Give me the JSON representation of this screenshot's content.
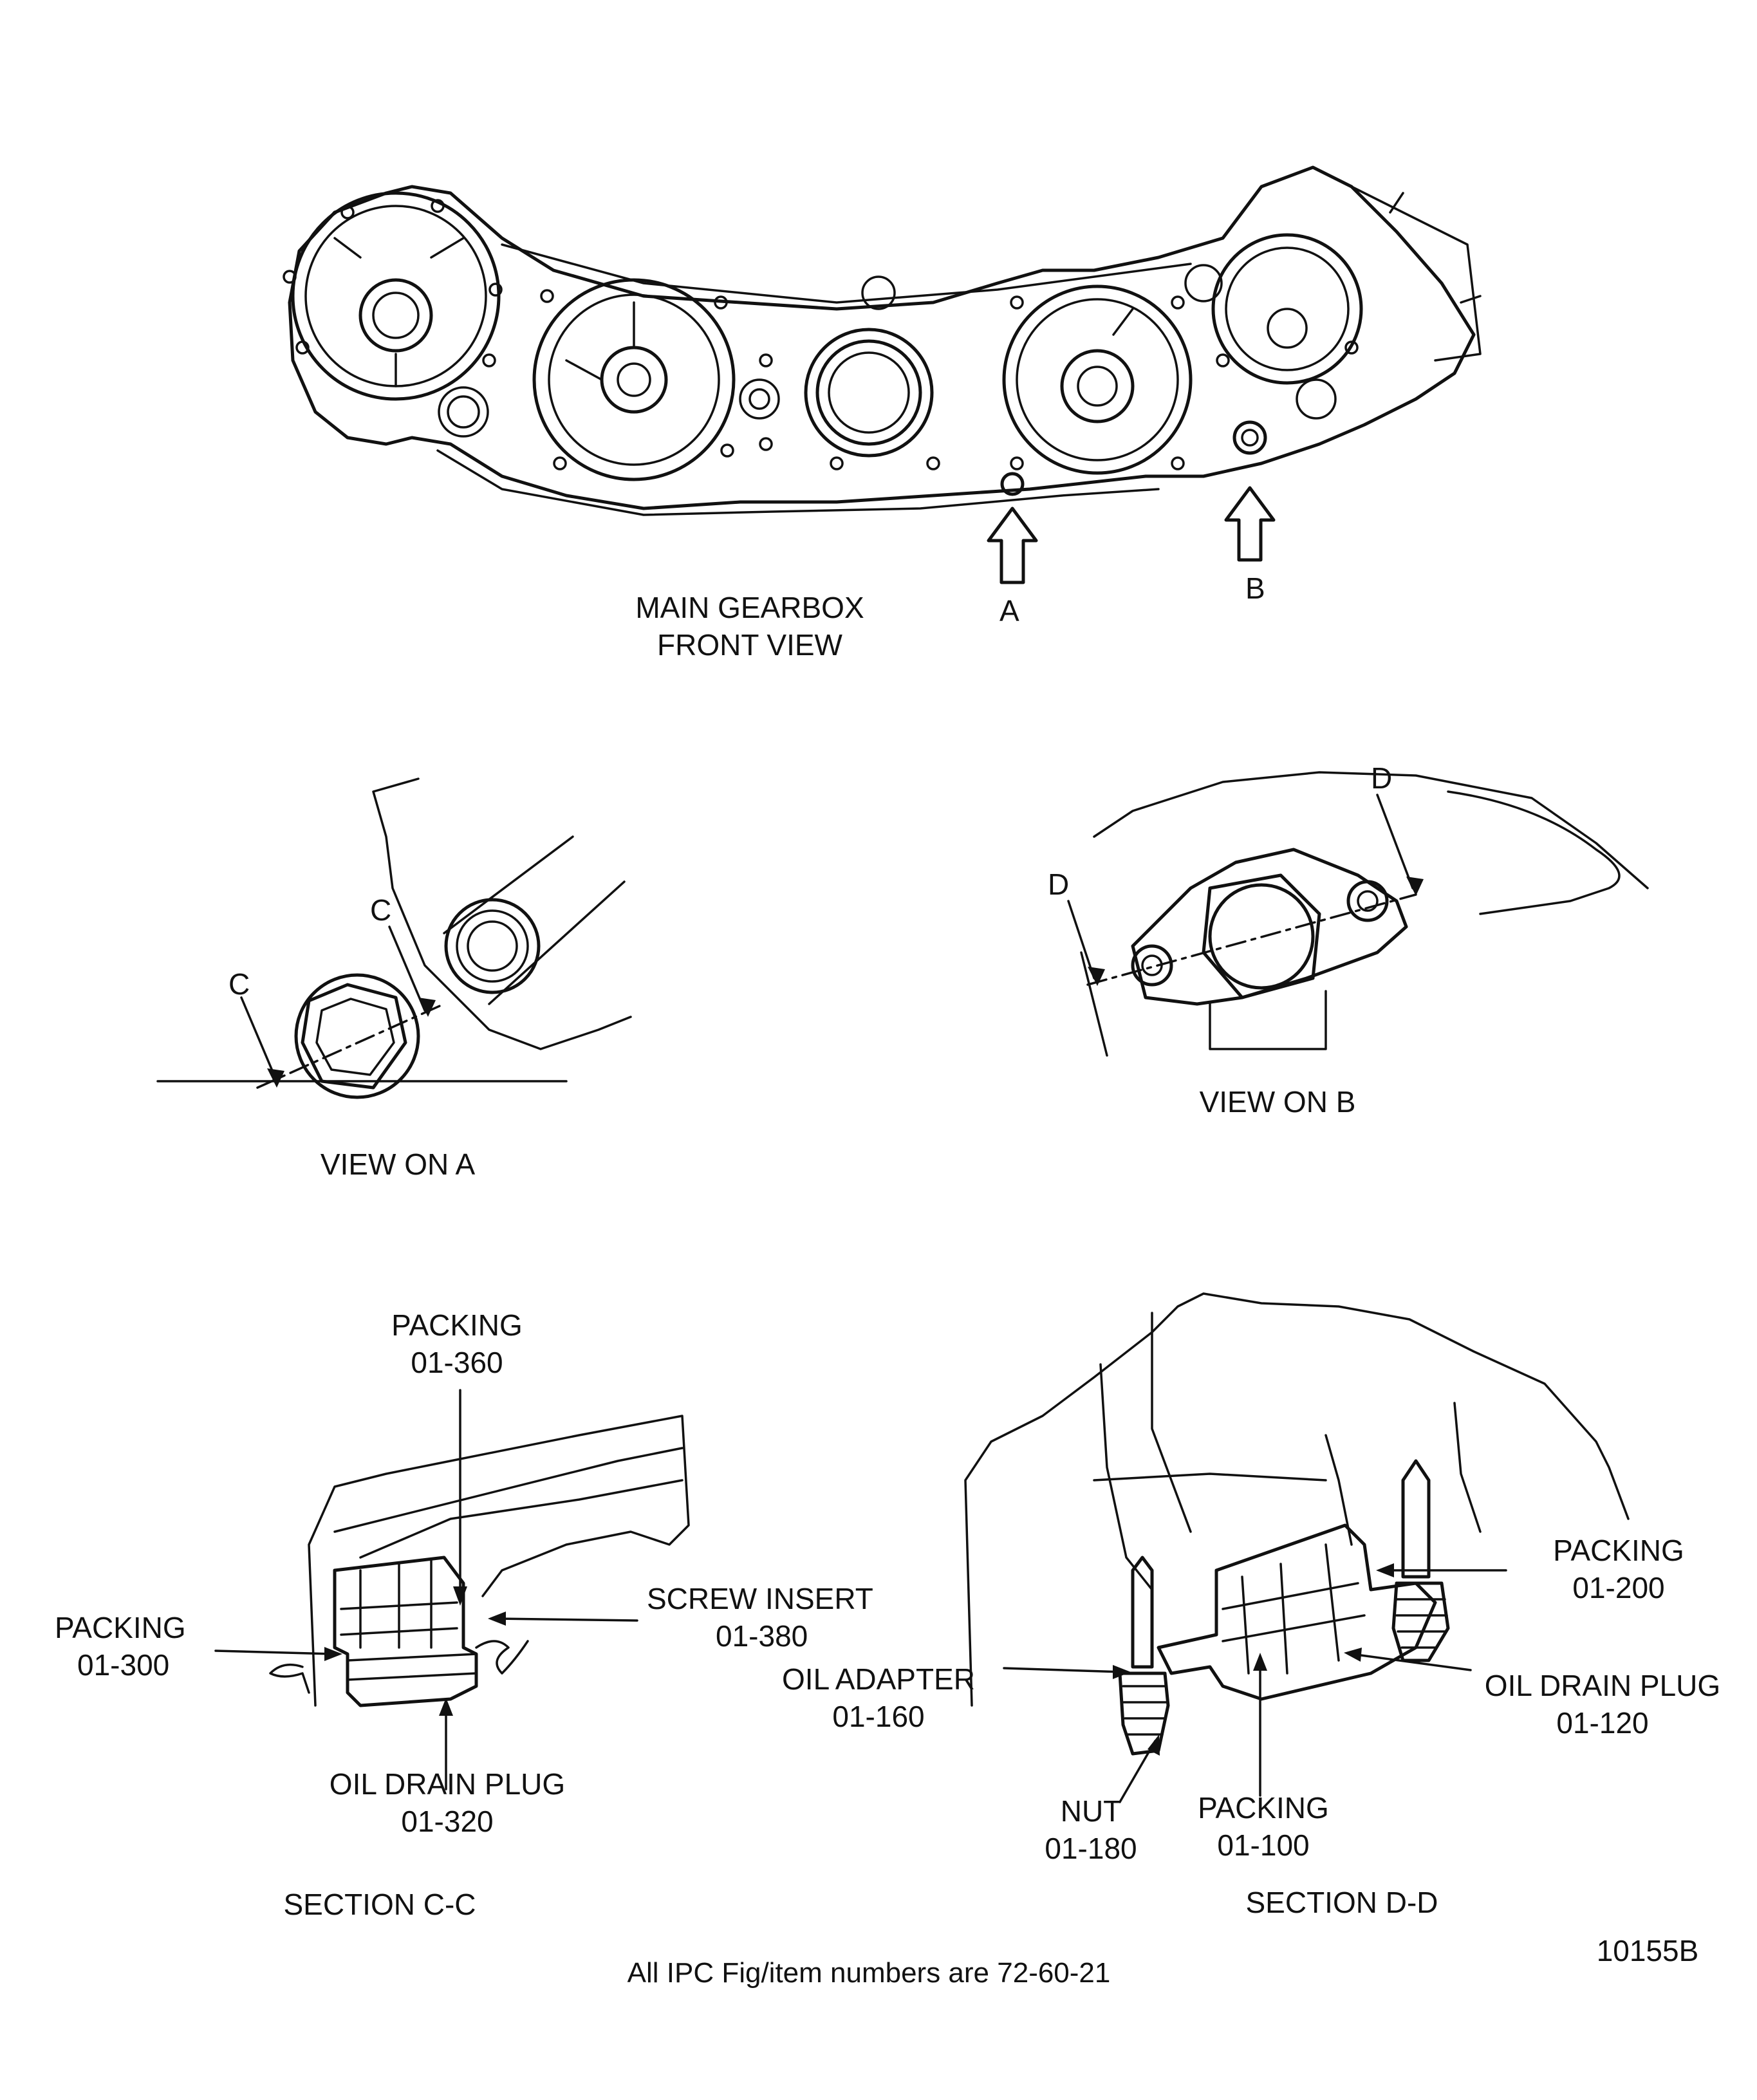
{
  "main_view": {
    "title_line1": "MAIN GEARBOX",
    "title_line2": "FRONT VIEW",
    "arrow_a": "A",
    "arrow_b": "B"
  },
  "view_a": {
    "title": "VIEW ON A",
    "cut_left": "C",
    "cut_right": "C"
  },
  "view_b": {
    "title": "VIEW ON B",
    "cut_left": "D",
    "cut_right": "D"
  },
  "section_cc": {
    "title": "SECTION C-C",
    "packing_360": {
      "name": "PACKING",
      "number": "01-360"
    },
    "screw_insert": {
      "name": "SCREW INSERT",
      "number": "01-380"
    },
    "packing_300": {
      "name": "PACKING",
      "number": "01-300"
    },
    "oil_drain_plug": {
      "name": "OIL DRAIN PLUG",
      "number": "01-320"
    }
  },
  "section_dd": {
    "title": "SECTION D-D",
    "packing_200": {
      "name": "PACKING",
      "number": "01-200"
    },
    "oil_adapter": {
      "name": "OIL ADAPTER",
      "number": "01-160"
    },
    "oil_drain_plug": {
      "name": "OIL DRAIN PLUG",
      "number": "01-120"
    },
    "nut": {
      "name": "NUT",
      "number": "01-180"
    },
    "packing_100": {
      "name": "PACKING",
      "number": "01-100"
    }
  },
  "figure_number": "10155B",
  "footer_note": "All IPC Fig/item numbers are 72-60-21"
}
